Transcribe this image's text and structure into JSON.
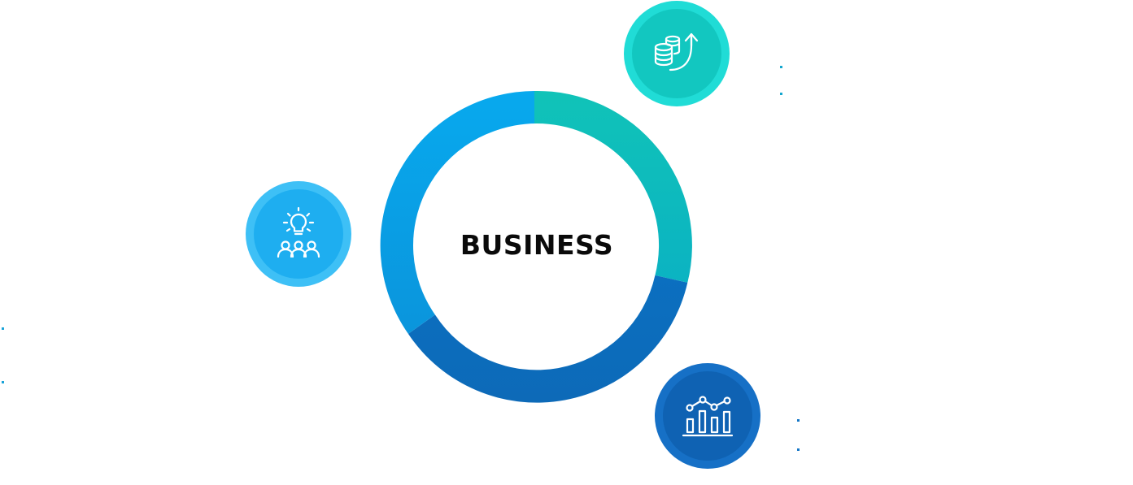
{
  "diagram": {
    "center_title": "BUSINESS",
    "colors": {
      "ring_teal": "#12bfb8",
      "ring_blue": "#0b9fe6",
      "ring_dark_blue": "#0e6bb8",
      "badge_growth": "#12c7c0",
      "badge_idea": "#1eaef0",
      "badge_analytics": "#0f62b3"
    },
    "nodes": [
      {
        "id": "growth",
        "icon": "coins-growth-icon",
        "bullets": [
          "",
          ""
        ]
      },
      {
        "id": "idea",
        "icon": "idea-team-icon",
        "bullets": [
          "",
          ""
        ]
      },
      {
        "id": "analytics",
        "icon": "analytics-chart-icon",
        "bullets": [
          "",
          ""
        ]
      }
    ]
  }
}
